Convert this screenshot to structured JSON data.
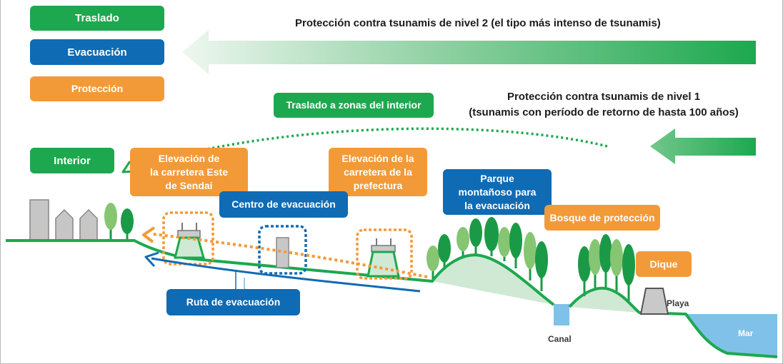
{
  "colors": {
    "traslado": "#1da84f",
    "evacuacion": "#0f6bb4",
    "proteccion": "#f39a38",
    "sea": "#7fc1e8"
  },
  "legend": {
    "traslado": "Traslado",
    "evacuacion": "Evacuación",
    "proteccion": "Protección"
  },
  "tsunami_levels": {
    "level2": "Protección contra tsunamis de nivel 2 (el tipo más intenso de tsunamis)",
    "level1": [
      "Protección contra tsunamis de nivel 1",
      "(tsunamis con período de retorno de hasta 100 años)"
    ]
  },
  "labels": {
    "traslado_interior": "Traslado a zonas del interior",
    "interior": "Interior",
    "elevacion_este": [
      "Elevación de",
      "la carretera Este",
      "de Sendai"
    ],
    "elevacion_prefectura": [
      "Elevación de la",
      "carretera de la",
      "prefectura"
    ],
    "centro_evacuacion": "Centro de evacuación",
    "parque_montanoso": [
      "Parque",
      "montañoso para",
      "la evacuación"
    ],
    "bosque_proteccion": "Bosque de protección",
    "dique": "Dique",
    "ruta_evacuacion": "Ruta de evacuación"
  },
  "terrain": {
    "canal": "Canal",
    "playa": "Playa",
    "mar": "Mar"
  }
}
